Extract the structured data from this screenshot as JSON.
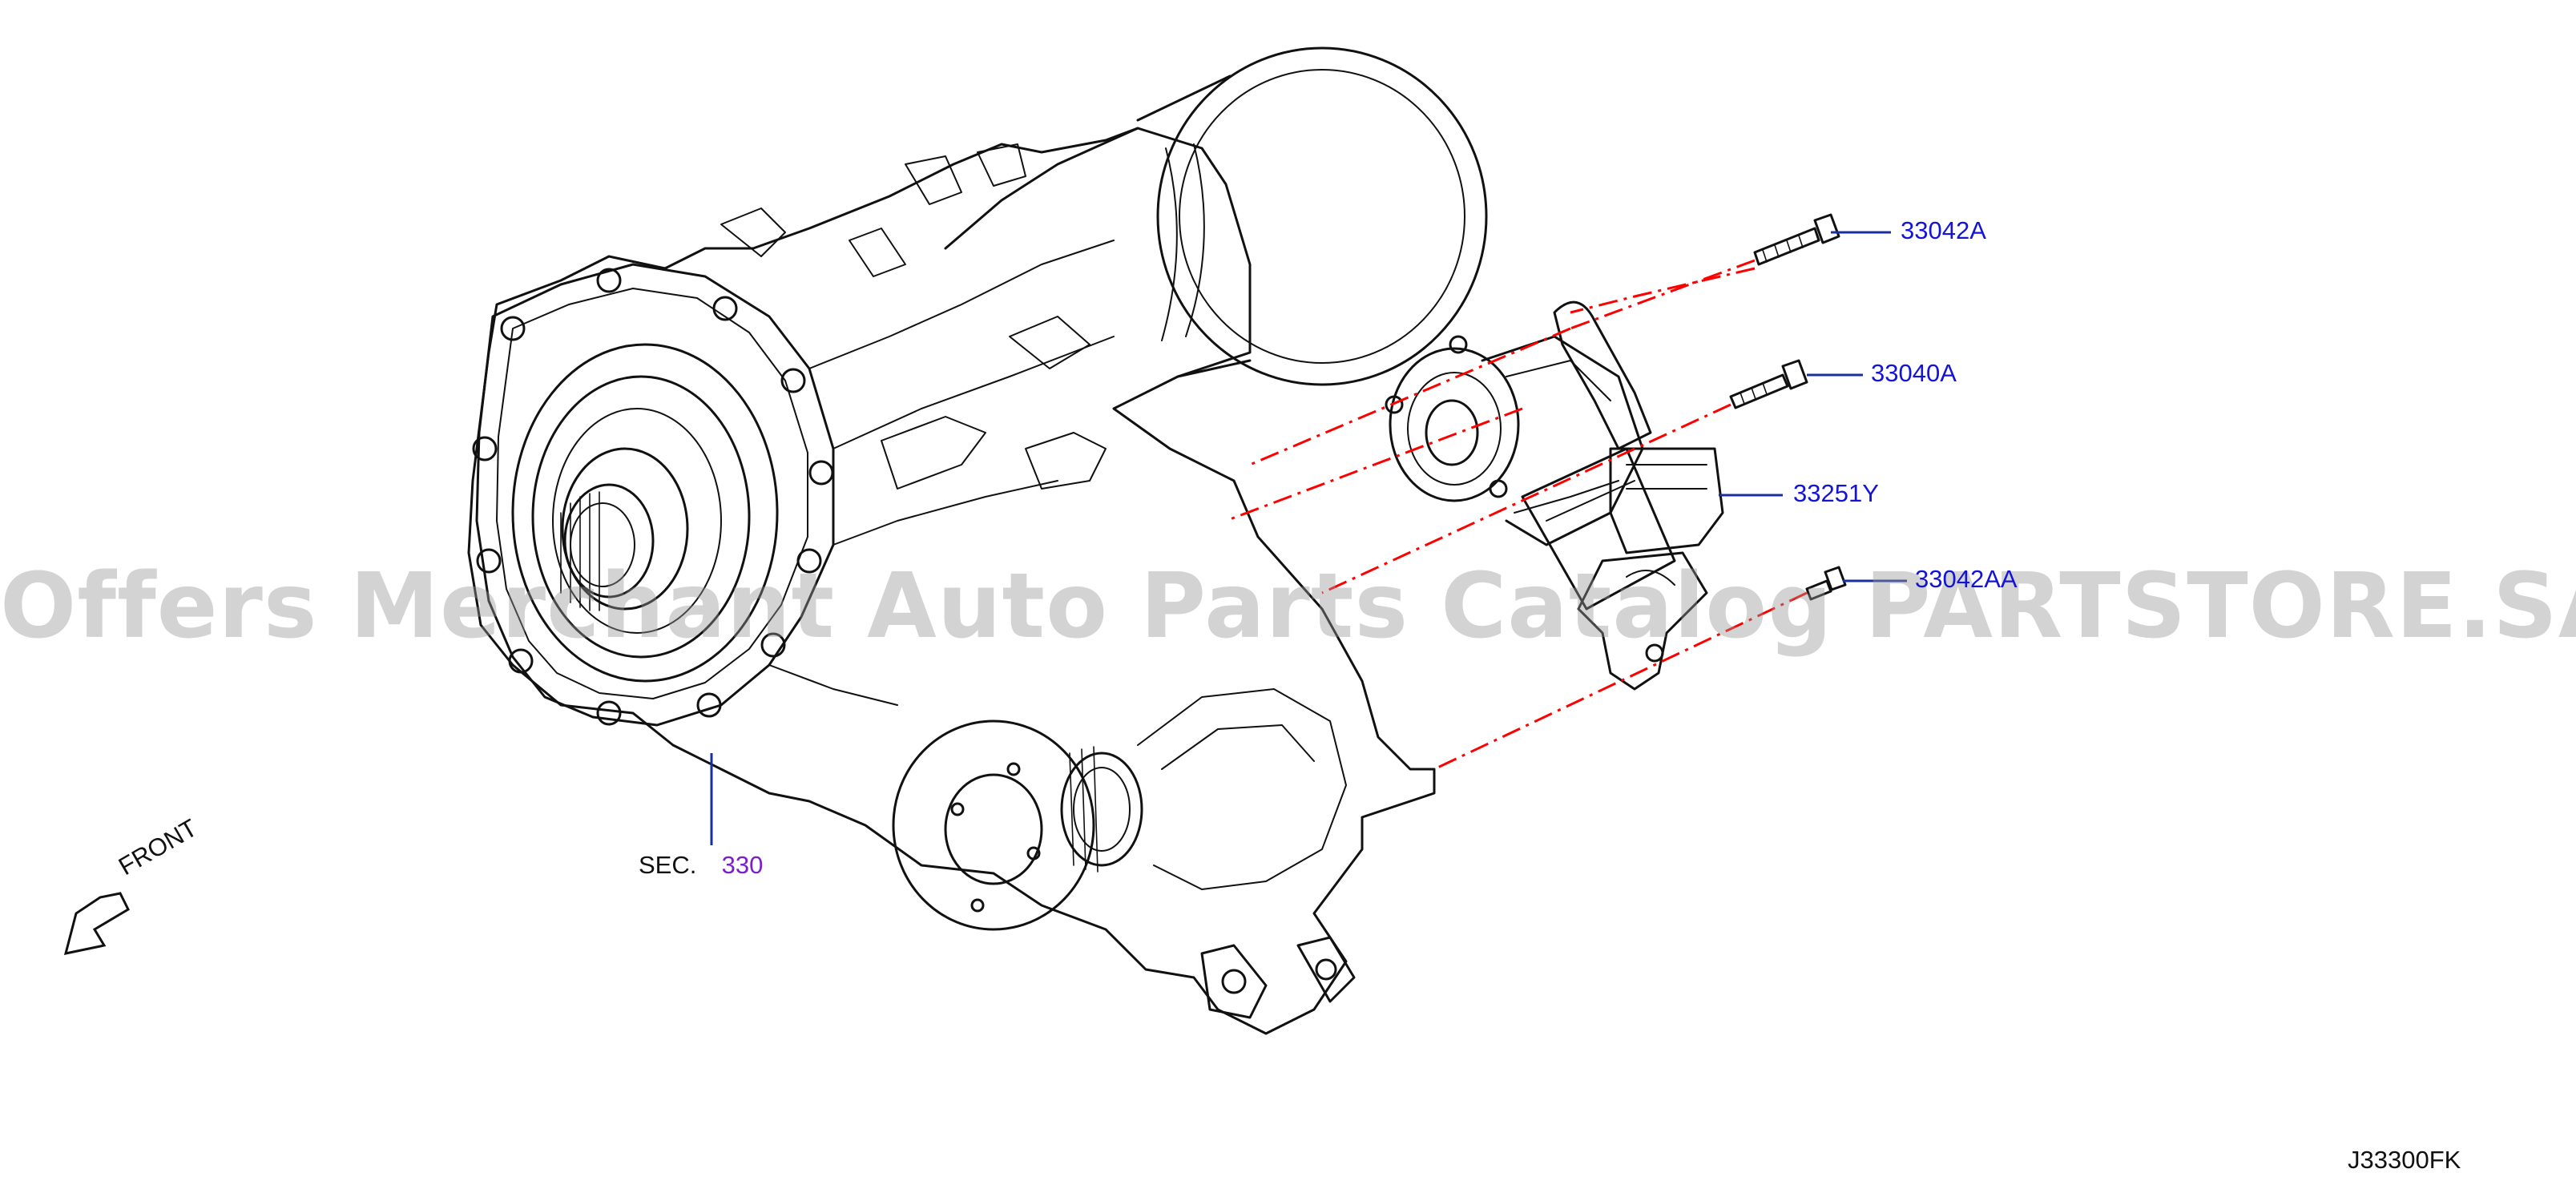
{
  "parts": {
    "bolt_top": "33042A",
    "bolt_mid": "33040A",
    "actuator": "33251Y",
    "bolt_low": "33042AA"
  },
  "section": {
    "prefix": "SEC.",
    "number": "330"
  },
  "orientation_label": "FRONT",
  "watermark": "Offers Merchant Auto Parts Catalog PARTSTORE.SA",
  "drawing_id": "J33300FK",
  "colors": {
    "callout_line": "#1a2f9c",
    "callout_text": "#1414d8",
    "section_number": "#7a1fd0",
    "assembly_line": "#ff0000",
    "drawing": "#111111"
  }
}
